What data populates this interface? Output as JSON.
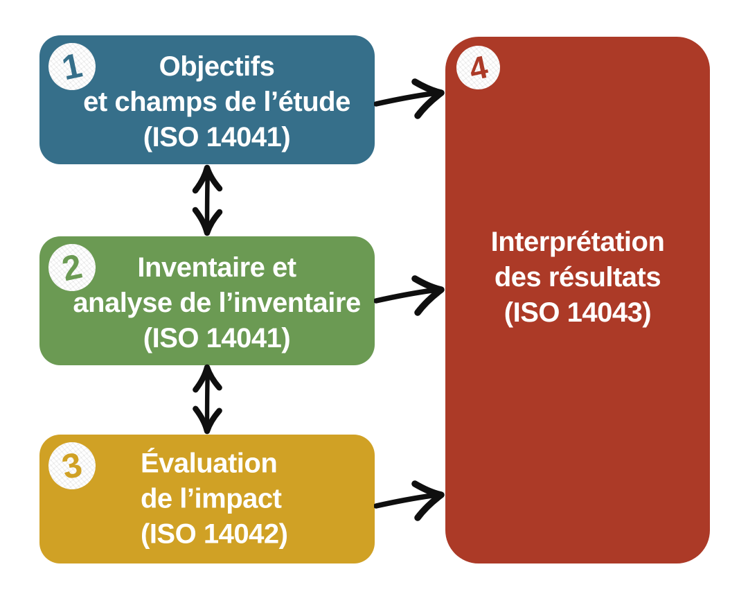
{
  "diagram": {
    "title_semantic": "Phases d'une analyse de cycle de vie (ISO)",
    "background": "#ffffff",
    "arrow_color": "#0f0f0f",
    "badge_fill": "#ffffff",
    "text_color": "#ffffff",
    "boxes": [
      {
        "id": "objectifs",
        "number": "1",
        "lines": [
          "Objectifs",
          "et champs de l’étude",
          "(ISO 14041)"
        ],
        "color": "#366f8a"
      },
      {
        "id": "inventaire",
        "number": "2",
        "lines": [
          "Inventaire et",
          "analyse de l’inventaire",
          "(ISO 14041)"
        ],
        "color": "#6b9a53"
      },
      {
        "id": "evaluation",
        "number": "3",
        "lines": [
          "Évaluation",
          "de l’impact",
          "(ISO 14042)"
        ],
        "color": "#d0a125"
      },
      {
        "id": "interpretation",
        "number": "4",
        "lines": [
          "Interprétation",
          "des résultats",
          "(ISO 14043)"
        ],
        "color": "#ac3a27"
      }
    ],
    "arrows": [
      {
        "from": "objectifs",
        "to": "interpretation",
        "heads": "single",
        "orientation": "horizontal"
      },
      {
        "from": "inventaire",
        "to": "interpretation",
        "heads": "single",
        "orientation": "horizontal"
      },
      {
        "from": "evaluation",
        "to": "interpretation",
        "heads": "single",
        "orientation": "horizontal"
      },
      {
        "from": "objectifs",
        "to": "inventaire",
        "heads": "double",
        "orientation": "vertical"
      },
      {
        "from": "inventaire",
        "to": "evaluation",
        "heads": "double",
        "orientation": "vertical"
      }
    ]
  }
}
